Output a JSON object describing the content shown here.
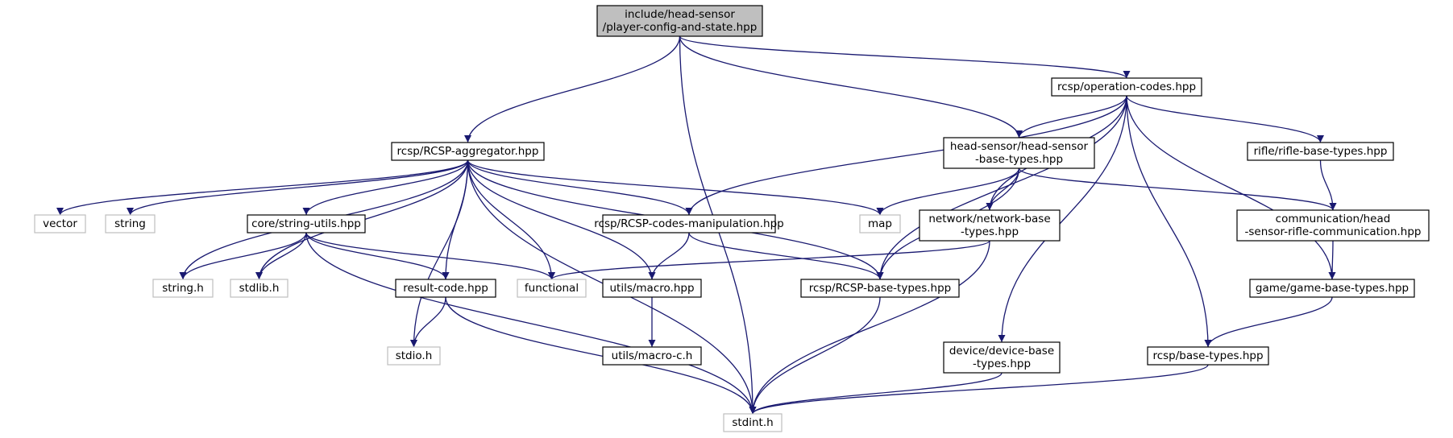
{
  "colors": {
    "edge": "#191970",
    "border": "#000000",
    "border_system": "#bfbfbf",
    "root_fill": "#bfbfbf",
    "fill": "#ffffff",
    "text": "#000000"
  },
  "nodes": [
    {
      "id": "root",
      "lines": [
        "include/head-sensor",
        "/player-config-and-state.hpp"
      ],
      "kind": "root"
    },
    {
      "id": "opcodes",
      "lines": [
        "rcsp/operation-codes.hpp"
      ],
      "kind": "file"
    },
    {
      "id": "aggregator",
      "lines": [
        "rcsp/RCSP-aggregator.hpp"
      ],
      "kind": "file"
    },
    {
      "id": "hs_base",
      "lines": [
        "head-sensor/head-sensor",
        "-base-types.hpp"
      ],
      "kind": "file"
    },
    {
      "id": "rifle_base",
      "lines": [
        "rifle/rifle-base-types.hpp"
      ],
      "kind": "file"
    },
    {
      "id": "vector",
      "lines": [
        "vector"
      ],
      "kind": "system"
    },
    {
      "id": "string",
      "lines": [
        "string"
      ],
      "kind": "system"
    },
    {
      "id": "string_utils",
      "lines": [
        "core/string-utils.hpp"
      ],
      "kind": "file"
    },
    {
      "id": "codes_manip",
      "lines": [
        "rcsp/RCSP-codes-manipulation.hpp"
      ],
      "kind": "file"
    },
    {
      "id": "map",
      "lines": [
        "map"
      ],
      "kind": "system"
    },
    {
      "id": "net_base",
      "lines": [
        "network/network-base",
        "-types.hpp"
      ],
      "kind": "file"
    },
    {
      "id": "comm",
      "lines": [
        "communication/head",
        "-sensor-rifle-communication.hpp"
      ],
      "kind": "file"
    },
    {
      "id": "string_h",
      "lines": [
        "string.h"
      ],
      "kind": "system"
    },
    {
      "id": "stdlib_h",
      "lines": [
        "stdlib.h"
      ],
      "kind": "system"
    },
    {
      "id": "result_code",
      "lines": [
        "result-code.hpp"
      ],
      "kind": "file"
    },
    {
      "id": "functional",
      "lines": [
        "functional"
      ],
      "kind": "system"
    },
    {
      "id": "macro",
      "lines": [
        "utils/macro.hpp"
      ],
      "kind": "file"
    },
    {
      "id": "rcsp_base",
      "lines": [
        "rcsp/RCSP-base-types.hpp"
      ],
      "kind": "file"
    },
    {
      "id": "game_base",
      "lines": [
        "game/game-base-types.hpp"
      ],
      "kind": "file"
    },
    {
      "id": "stdio_h",
      "lines": [
        "stdio.h"
      ],
      "kind": "system"
    },
    {
      "id": "macro_c",
      "lines": [
        "utils/macro-c.h"
      ],
      "kind": "file"
    },
    {
      "id": "device_base",
      "lines": [
        "device/device-base",
        "-types.hpp"
      ],
      "kind": "file"
    },
    {
      "id": "base_types",
      "lines": [
        "rcsp/base-types.hpp"
      ],
      "kind": "file"
    },
    {
      "id": "stdint_h",
      "lines": [
        "stdint.h"
      ],
      "kind": "system"
    }
  ],
  "edges": [
    [
      "root",
      "stdint_h"
    ],
    [
      "root",
      "aggregator"
    ],
    [
      "root",
      "hs_base"
    ],
    [
      "root",
      "opcodes"
    ],
    [
      "opcodes",
      "hs_base"
    ],
    [
      "opcodes",
      "net_base"
    ],
    [
      "opcodes",
      "codes_manip"
    ],
    [
      "opcodes",
      "rcsp_base"
    ],
    [
      "opcodes",
      "rifle_base"
    ],
    [
      "opcodes",
      "game_base"
    ],
    [
      "opcodes",
      "device_base"
    ],
    [
      "opcodes",
      "base_types"
    ],
    [
      "aggregator",
      "vector"
    ],
    [
      "aggregator",
      "string"
    ],
    [
      "aggregator",
      "string_h"
    ],
    [
      "aggregator",
      "stdlib_h"
    ],
    [
      "aggregator",
      "string_utils"
    ],
    [
      "aggregator",
      "stdio_h"
    ],
    [
      "aggregator",
      "result_code"
    ],
    [
      "aggregator",
      "functional"
    ],
    [
      "aggregator",
      "macro"
    ],
    [
      "aggregator",
      "codes_manip"
    ],
    [
      "aggregator",
      "stdint_h"
    ],
    [
      "aggregator",
      "map"
    ],
    [
      "aggregator",
      "rcsp_base"
    ],
    [
      "hs_base",
      "map"
    ],
    [
      "hs_base",
      "net_base"
    ],
    [
      "hs_base",
      "rcsp_base"
    ],
    [
      "hs_base",
      "comm"
    ],
    [
      "rifle_base",
      "comm"
    ],
    [
      "string_utils",
      "string_h"
    ],
    [
      "string_utils",
      "stdlib_h"
    ],
    [
      "string_utils",
      "result_code"
    ],
    [
      "string_utils",
      "functional"
    ],
    [
      "string_utils",
      "stdint_h"
    ],
    [
      "codes_manip",
      "macro"
    ],
    [
      "codes_manip",
      "rcsp_base"
    ],
    [
      "net_base",
      "functional"
    ],
    [
      "net_base",
      "stdint_h"
    ],
    [
      "comm",
      "game_base"
    ],
    [
      "result_code",
      "stdio_h"
    ],
    [
      "result_code",
      "stdint_h"
    ],
    [
      "macro",
      "macro_c"
    ],
    [
      "rcsp_base",
      "stdint_h"
    ],
    [
      "game_base",
      "base_types"
    ],
    [
      "device_base",
      "stdint_h"
    ],
    [
      "base_types",
      "stdint_h"
    ]
  ]
}
